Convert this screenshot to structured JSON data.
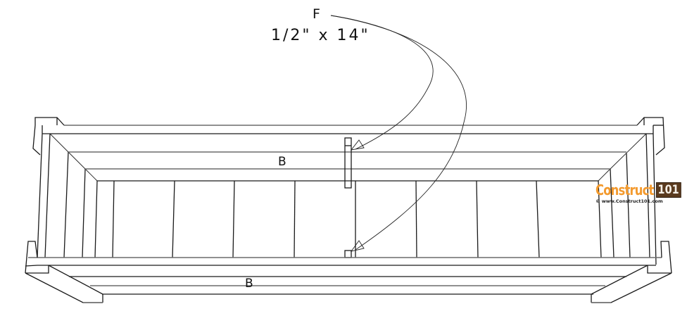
{
  "diagram": {
    "type": "woodworking-plan",
    "view": "top-perspective",
    "subject": "planter box frame",
    "callout": {
      "part_letter": "F",
      "dimension": "1/2\" x 14\"",
      "arrow_count": 2
    },
    "part_labels": [
      {
        "id": "back-board-label",
        "text": "B"
      },
      {
        "id": "front-board-label",
        "text": "B"
      }
    ],
    "bottom_slats_count": 9,
    "colors": {
      "line": "#1a1a1a",
      "line_gray": "#6b6b6b",
      "background": "#ffffff",
      "logo_orange": "#f39a2e",
      "logo_brown": "#5a3a1e"
    }
  },
  "watermark": {
    "brand_word": "Construct",
    "brand_number": "101",
    "url": "© www.Construct101.com"
  }
}
